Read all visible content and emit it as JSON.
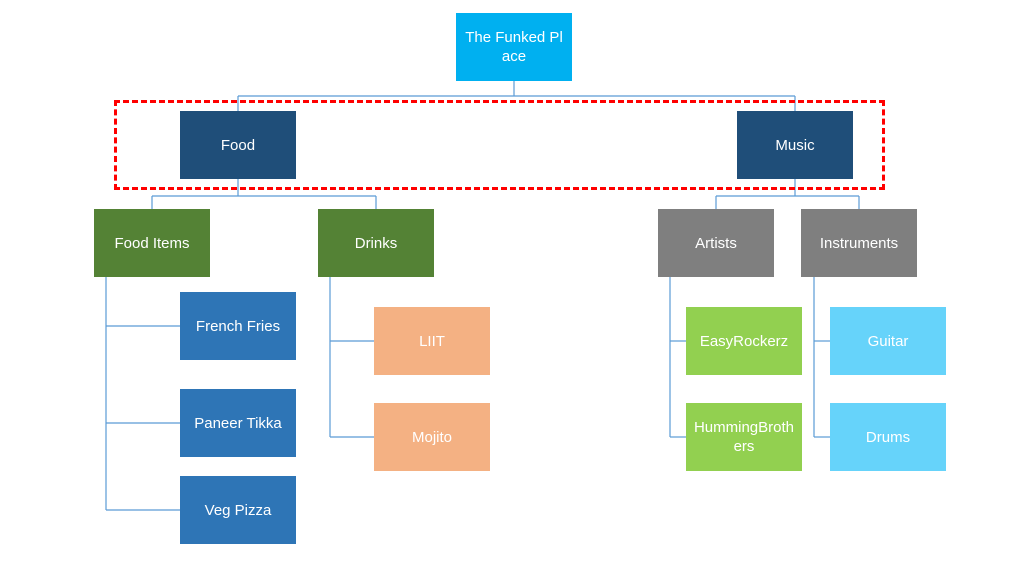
{
  "diagram": {
    "root": {
      "label": "The Funked Place",
      "color": "#00b0f0"
    },
    "categories": [
      {
        "label": "Food",
        "color": "#1f4e79"
      },
      {
        "label": "Music",
        "color": "#1f4e79"
      }
    ],
    "subcategories": [
      {
        "label": "Food Items",
        "color": "#548235"
      },
      {
        "label": "Drinks",
        "color": "#548235"
      },
      {
        "label": "Artists",
        "color": "#7f7f7f"
      },
      {
        "label": "Instruments",
        "color": "#7f7f7f"
      }
    ],
    "items": [
      {
        "label": "French Fries",
        "color": "#2e75b6"
      },
      {
        "label": "Paneer Tikka",
        "color": "#2e75b6"
      },
      {
        "label": "Veg Pizza",
        "color": "#2e75b6"
      },
      {
        "label": "LIIT",
        "color": "#f4b183"
      },
      {
        "label": "Mojito",
        "color": "#f4b183"
      },
      {
        "label": "EasyRockerz",
        "color": "#92d050"
      },
      {
        "label": "HummingBrothers",
        "color": "#92d050"
      },
      {
        "label": "Guitar",
        "color": "#66d3fa"
      },
      {
        "label": "Drums",
        "color": "#66d3fa"
      }
    ],
    "highlight_color": "#ff0000",
    "connector_color": "#5b9bd5"
  }
}
